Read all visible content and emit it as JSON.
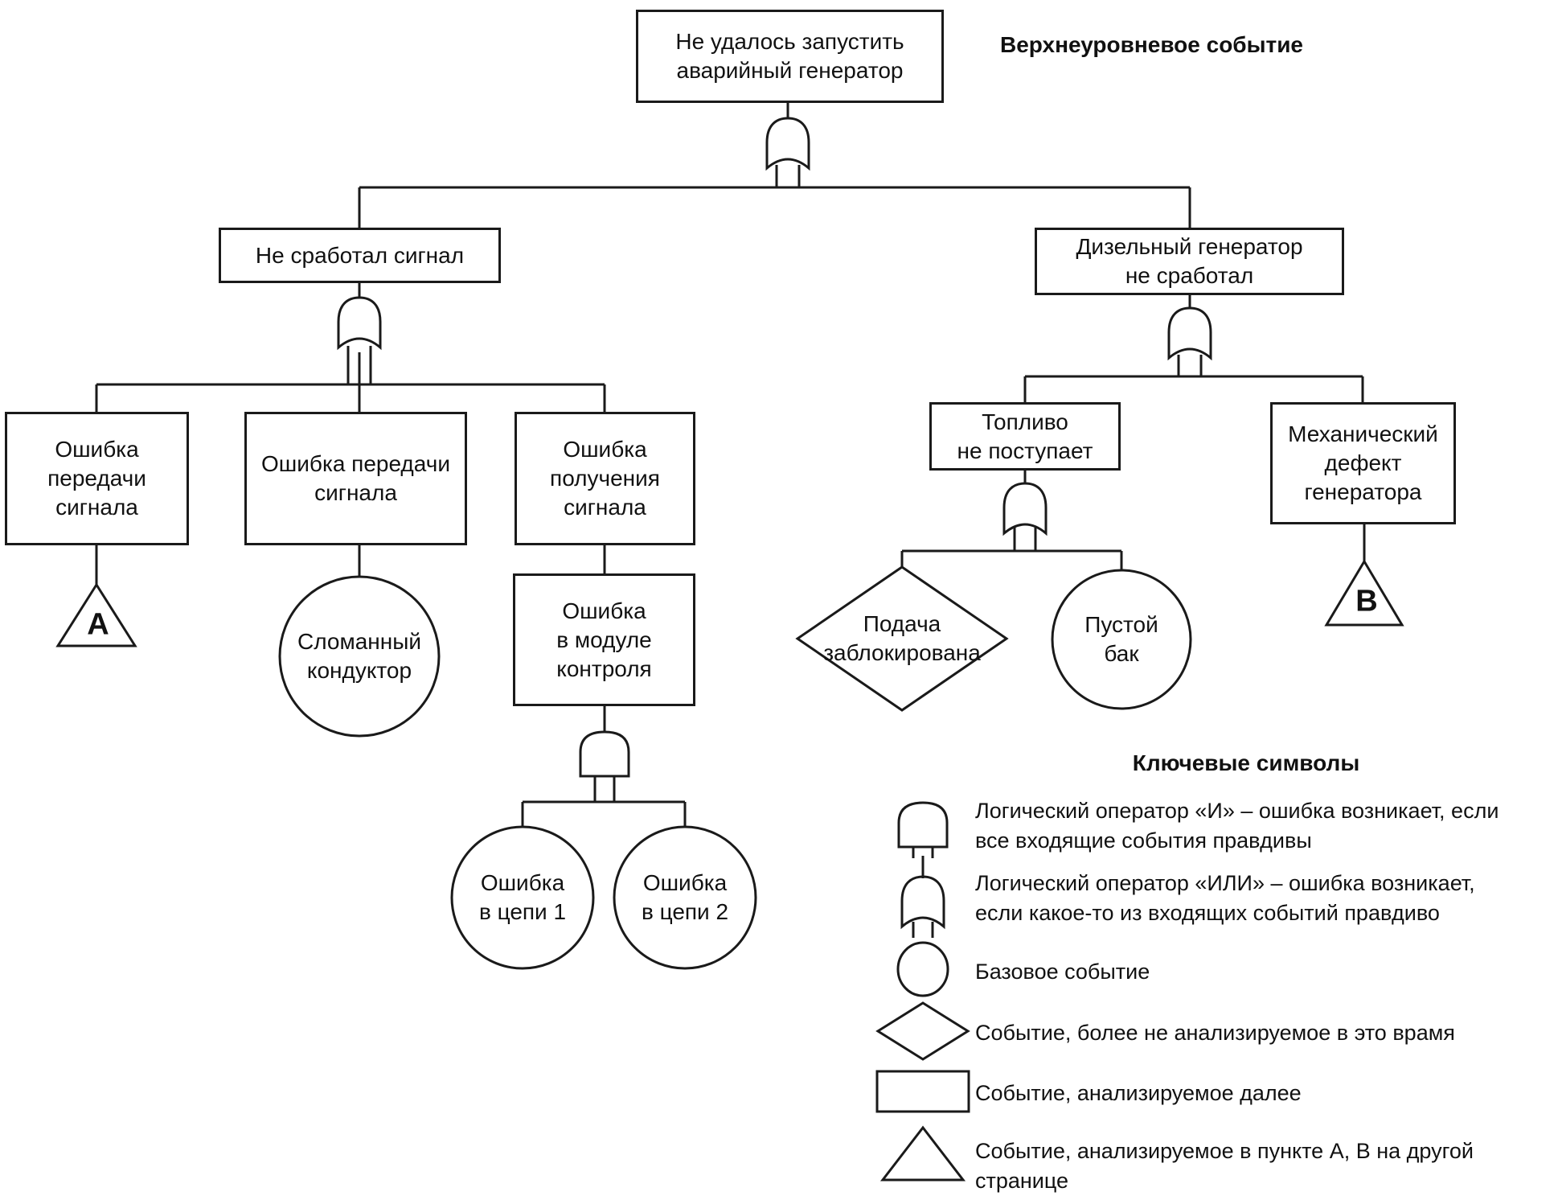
{
  "diagram": {
    "top_label": "Верхнеуровневое событие",
    "nodes": {
      "top_event": "Не удалось запустить\nаварийный генератор",
      "signal_fail": "Не сработал сигнал",
      "diesel_fail": "Дизельный генератор\nне сработал",
      "err_transmit_narrow": "Ошибка\nпередачи\nсигнала",
      "err_transmit_wide": "Ошибка передачи\nсигнала",
      "err_receive": "Ошибка\nполучения\nсигнала",
      "broken_conductor": "Сломанный\nкондуктор",
      "err_control_module": "Ошибка\nв модуле\nконтроля",
      "err_circuit_1": "Ошибка\nв цепи 1",
      "err_circuit_2": "Ошибка\nв цепи 2",
      "fuel_not_supplied": "Топливо\nне поступает",
      "mech_defect": "Механический\nдефект\nгенератора",
      "supply_blocked": "Подача\nзаблокирована",
      "empty_tank": "Пустой\nбак",
      "transfer_a": "А",
      "transfer_b": "В"
    }
  },
  "legend": {
    "heading": "Ключевые символы",
    "items": [
      {
        "symbol": "and-gate",
        "text": "Логический оператор «И» – ошибка возникает, если\nвсе входящие события правдивы"
      },
      {
        "symbol": "or-gate",
        "text": "Логический оператор «ИЛИ» – ошибка возникает,\nесли какое-то из входящих событий правдиво"
      },
      {
        "symbol": "basic-event-circle",
        "text": "Базовое событие"
      },
      {
        "symbol": "undeveloped-event-diamond",
        "text": "Событие, более не анализируемое в это врамя"
      },
      {
        "symbol": "analyzed-event-rectangle",
        "text": "Событие, анализируемое далее"
      },
      {
        "symbol": "transfer-triangle",
        "text": "Событие, анализируемое в пункте А, В на другой\nстранице"
      }
    ]
  },
  "colors": {
    "line": "#1a1a1a",
    "background": "#ffffff",
    "text": "#111111"
  }
}
